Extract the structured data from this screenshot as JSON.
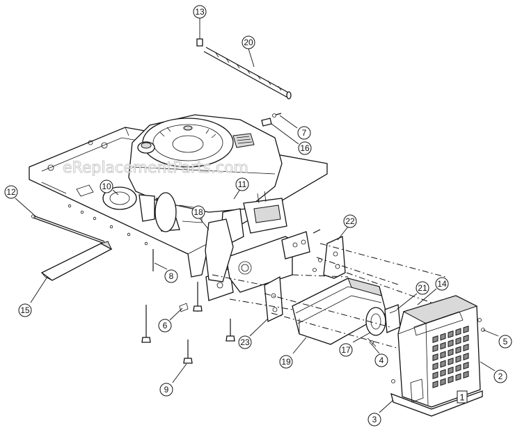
{
  "watermark": "eReplacementParts.com",
  "callouts": [
    {
      "id": "13",
      "label": "13"
    },
    {
      "id": "20",
      "label": "20"
    },
    {
      "id": "7",
      "label": "7"
    },
    {
      "id": "16",
      "label": "16"
    },
    {
      "id": "12",
      "label": "12"
    },
    {
      "id": "10",
      "label": "10"
    },
    {
      "id": "11",
      "label": "11"
    },
    {
      "id": "18",
      "label": "18"
    },
    {
      "id": "22",
      "label": "22"
    },
    {
      "id": "8",
      "label": "8"
    },
    {
      "id": "15",
      "label": "15"
    },
    {
      "id": "21",
      "label": "21"
    },
    {
      "id": "14",
      "label": "14"
    },
    {
      "id": "6",
      "label": "6"
    },
    {
      "id": "23",
      "label": "23"
    },
    {
      "id": "17",
      "label": "17"
    },
    {
      "id": "4",
      "label": "4"
    },
    {
      "id": "5",
      "label": "5"
    },
    {
      "id": "19",
      "label": "19"
    },
    {
      "id": "2",
      "label": "2"
    },
    {
      "id": "9",
      "label": "9"
    },
    {
      "id": "3",
      "label": "3"
    }
  ],
  "ref_box": {
    "label": "1"
  }
}
